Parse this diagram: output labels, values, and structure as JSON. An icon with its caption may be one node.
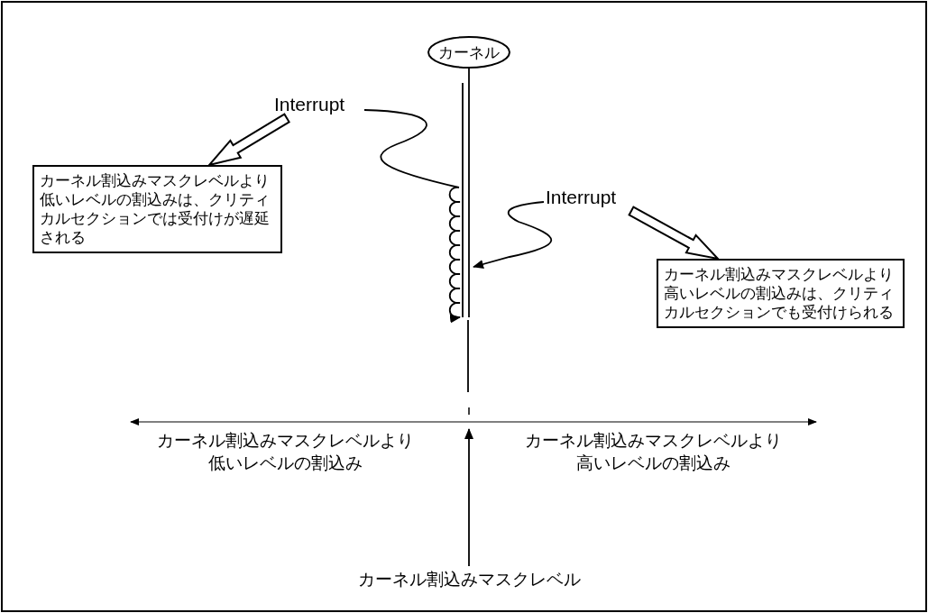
{
  "diagram": {
    "nodes": [
      {
        "text": [
          "カーネル"
        ]
      },
      {
        "text": [
          "Interrupt"
        ]
      },
      {
        "text": [
          "カーネル割込みマスクレベルより低いレベルの割込みは、クリティカルセクションでは受付けが遅延される"
        ]
      },
      {
        "text": [
          "Interrupt"
        ]
      },
      {
        "text": [
          "カーネル割込みマスクレベルより高いレベルの割込みは、クリティカルセクションでも受付けられる"
        ]
      },
      {
        "text": [
          "カーネル割込みマスクレベルより低いレベルの割込み"
        ]
      },
      {
        "text": [
          "カーネル割込みマスクレベルより高いレベルの割込み"
        ]
      },
      {
        "text": [
          "カーネル割込みマスクレベル"
        ]
      },
      {
        "text": [],
        "shape": "bar"
      },
      {
        "text": [],
        "shape": "line"
      }
    ],
    "edges": [
      {
        "from": 0,
        "to": 8,
        "arrow": "none"
      },
      {
        "from": 1,
        "to": 8,
        "arrow": "to"
      },
      {
        "from": 3,
        "to": 8,
        "arrow": "to"
      },
      {
        "from": 1,
        "to": 2,
        "arrow": "to",
        "style": "thick"
      },
      {
        "from": 3,
        "to": 4,
        "arrow": "to",
        "style": "thick"
      },
      {
        "from": 7,
        "to": 9,
        "arrow": "to"
      }
    ]
  }
}
